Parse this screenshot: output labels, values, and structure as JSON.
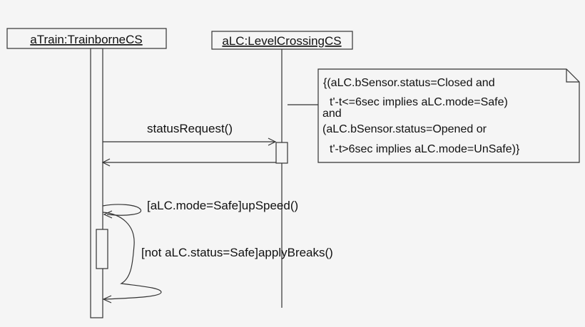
{
  "objects": {
    "train": "aTrain:TrainborneCS",
    "level_crossing": "aLC:LevelCrossingCS"
  },
  "messages": {
    "status_request": "statusRequest()",
    "up_speed": "[aLC.mode=Safe]upSpeed()",
    "apply_breaks": "[not aLC.status=Safe]applyBreaks()"
  },
  "constraint_note": {
    "lines": [
      "{(aLC.bSensor.status=Closed and",
      "t'-t<=6sec implies aLC.mode=Safe)",
      "and",
      "(aLC.bSensor.status=Opened or",
      "t'-t>6sec implies aLC.mode=UnSafe)}"
    ]
  }
}
